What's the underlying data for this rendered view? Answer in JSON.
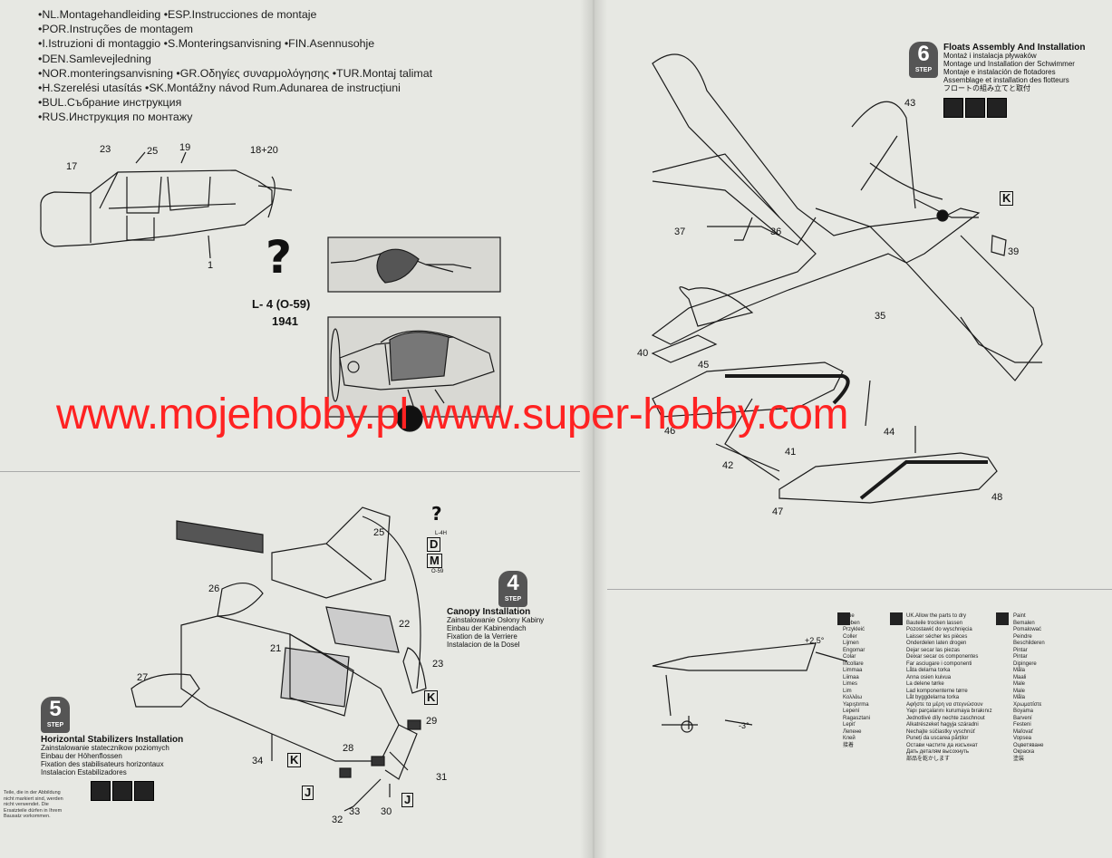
{
  "languages": [
    "•NL.Montagehandleiding",
    "•ESP.Instrucciones de montaje",
    "•POR.Instruções de montagem",
    "•I.Istruzioni di montaggio",
    "•S.Monteringsanvisning",
    "•FIN.Asennusohje",
    "•DEN.Samlevejledning",
    "•NOR.monteringsanvisning",
    "•GR.Οδηγίες συναρμολόγησης",
    "•TUR.Montaj talimat",
    "•H.Szerelési utasítás",
    "•SK.Montážny návod",
    "Rum.Adunarea de instrucțiuni",
    "•BUL.Събрание инструкция",
    "•RUS.Инструкция по монтажу"
  ],
  "top_left": {
    "parts": [
      "17",
      "23",
      "25",
      "19",
      "18+20",
      "1"
    ],
    "question": "?",
    "variant_label": "L- 4 (O-59)",
    "variant_year": "1941"
  },
  "watermark": "www.mojehobby.pl www.super-hobby.com",
  "step6": {
    "number": "6",
    "step_word": "STEP",
    "titles": [
      "Floats Assembly And Installation",
      "Montaż i instalacja pływaków",
      "Montage und Installation der Schwimmer",
      "Montaje e instalación de flotadores",
      "Assemblage et installation des flotteurs",
      "フロートの組み立てと取付"
    ],
    "parts": [
      "43",
      "37",
      "36",
      "39",
      "35",
      "40",
      "45",
      "46",
      "44",
      "41",
      "42",
      "47",
      "48"
    ],
    "tag": "K"
  },
  "step4": {
    "number": "4",
    "step_word": "STEP",
    "titles": [
      "Canopy Installation",
      "Zainstalowanie Osłony Kabiny",
      "Einbau der Kabinendach",
      "Fixation de la Verriere",
      "Instalacion de la Dosel"
    ],
    "parts": [
      "25",
      "26",
      "22",
      "21",
      "23",
      "27",
      "29",
      "28",
      "34",
      "33",
      "32",
      "30",
      "31"
    ],
    "question": "?",
    "variant_small_top": "L-4H",
    "variant_small_bottom": "O-59",
    "tags": [
      "D",
      "M",
      "K",
      "K",
      "J",
      "J"
    ]
  },
  "step5": {
    "number": "5",
    "step_word": "STEP",
    "titles": [
      "Horizontal Stabilizers Installation",
      "Zainstalowanie statecznikow poziomych",
      "Einbau der Höhenflossen",
      "Fixation des stabilisateurs horizontaux",
      "Instalacion Estabilizadores"
    ]
  },
  "legend": {
    "glue": [
      "Glue",
      "Kleben",
      "Przykleić",
      "Coller",
      "Lijmen",
      "Engomar",
      "Colar",
      "Incollare",
      "Limmaa",
      "Liimaa",
      "Limes",
      "Lim",
      "Κολλάω",
      "Yapıştırma",
      "Lepení",
      "Ragasztani",
      "Lepiť",
      "Лепене",
      "Клей",
      "接着"
    ],
    "dry": [
      "UK.Allow the parts to dry",
      "Bauteile trocken lassen",
      "Pozostawić do wyschnięcia",
      "Laisser sécher les pièces",
      "Onderdelen laten drogen",
      "Dejar secar las piezas",
      "Deixar secar os componentes",
      "Far asciugare i componenti",
      "Låta delarna torka",
      "Anna osien kuivua",
      "La delene tørke",
      "Lad komponenterne tørre",
      "Låt byggdelarna torka",
      "Αφήστε τα μέρη να στεγνώσουν",
      "Yapı parçalarını kurumaya bırakınız",
      "Jednotlivé díly nechte zaschnout",
      "Alkatrészeket hagyja száradni",
      "Nechajte súčiastky vyschnúť",
      "Puneți da uscarea părților",
      "Остави частите да изсъхнат",
      "Дать деталям высохнуть",
      "部品を乾かします"
    ],
    "paint": [
      "Paint",
      "Bemalen",
      "Pomalować",
      "Peindre",
      "Beschilderen",
      "Pintar",
      "Pintar",
      "Dipingere",
      "Måla",
      "Maali",
      "Male",
      "Male",
      "Måla",
      "Χρωματίστε",
      "Boyama",
      "Barvení",
      "Festeni",
      "Maľovať",
      "Vopsea",
      "Оцветяване",
      "Окраска",
      "塗装"
    ],
    "angles": [
      "+2.5°",
      "-3°"
    ]
  },
  "corner_note": "Teile, die in der Abbildung nicht markiert sind, werden nicht verwendet. Die Ersatzteile dürfen in Ihrem Bausatz vorkommen."
}
